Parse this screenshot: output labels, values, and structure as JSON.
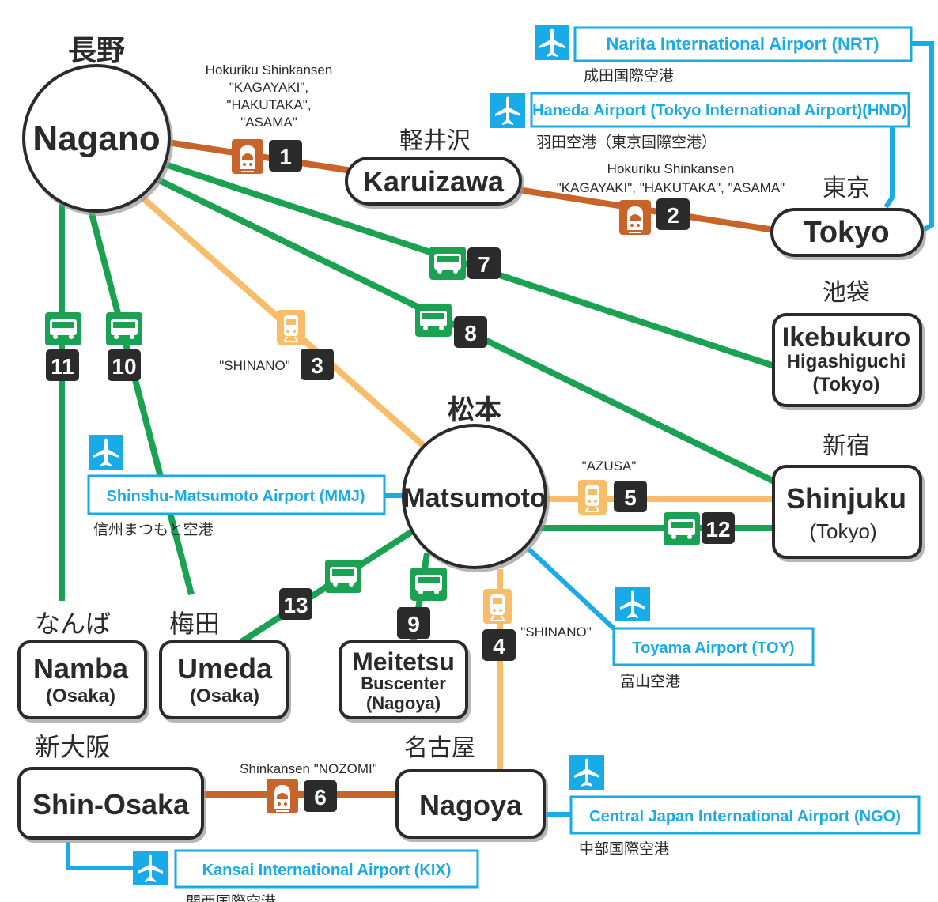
{
  "colors": {
    "shinkansen": "#c8632a",
    "limited_express": "#f7bd6b",
    "bus": "#1aa151",
    "airport": "#19aae8",
    "badge": "#2b2b2b",
    "node_border": "#2a2a2a"
  },
  "icons": {
    "shinkansen": "shinkansen-train-icon",
    "train": "train-icon",
    "bus": "bus-icon",
    "plane": "plane-icon"
  },
  "stations": {
    "nagano": {
      "name": "Nagano",
      "jp": "長野"
    },
    "karuizawa": {
      "name": "Karuizawa",
      "jp": "軽井沢"
    },
    "tokyo": {
      "name": "Tokyo",
      "jp": "東京"
    },
    "ikebukuro": {
      "name": "Ikebukuro",
      "sub1": "Higashiguchi",
      "sub2": "(Tokyo)",
      "jp": "池袋"
    },
    "matsumoto": {
      "name": "Matsumoto",
      "jp": "松本"
    },
    "shinjuku": {
      "name": "Shinjuku",
      "sub1": "(Tokyo)",
      "jp": "新宿"
    },
    "namba": {
      "name": "Namba",
      "sub1": "(Osaka)",
      "jp": "なんば"
    },
    "umeda": {
      "name": "Umeda",
      "sub1": "(Osaka)",
      "jp": "梅田"
    },
    "meitetsu": {
      "name": "Meitetsu",
      "sub1": "Buscenter",
      "sub2": "(Nagoya)"
    },
    "shin_osaka": {
      "name": "Shin-Osaka",
      "jp": "新大阪"
    },
    "nagoya": {
      "name": "Nagoya",
      "jp": "名古屋"
    }
  },
  "airports": {
    "narita": {
      "name": "Narita International Airport (NRT)",
      "jp": "成田国際空港"
    },
    "haneda": {
      "name": "Haneda Airport (Tokyo International Airport)(HND)",
      "jp": "羽田空港（東京国際空港）"
    },
    "mmj": {
      "name": "Shinshu-Matsumoto Airport (MMJ)",
      "jp": "信州まつもと空港"
    },
    "toyama": {
      "name": "Toyama Airport (TOY)",
      "jp": "富山空港"
    },
    "ngo": {
      "name": "Central Japan International Airport (NGO)",
      "jp": "中部国際空港"
    },
    "kix": {
      "name": "Kansai International Airport (KIX)",
      "jp": "関西国際空港"
    }
  },
  "routes": {
    "r1": {
      "num": "1",
      "label1": "Hokuriku Shinkansen",
      "label2": "\"KAGAYAKI\",",
      "label3": "\"HAKUTAKA\",",
      "label4": "\"ASAMA\""
    },
    "r2": {
      "num": "2",
      "label1": "Hokuriku Shinkansen",
      "label2": "\"KAGAYAKI\", \"HAKUTAKA\", \"ASAMA\""
    },
    "r3": {
      "num": "3",
      "label1": "\"SHINANO\""
    },
    "r4": {
      "num": "4",
      "label1": "\"SHINANO\""
    },
    "r5": {
      "num": "5",
      "label1": "\"AZUSA\""
    },
    "r6": {
      "num": "6",
      "label1": "Shinkansen \"NOZOMI\""
    },
    "r7": {
      "num": "7"
    },
    "r8": {
      "num": "8"
    },
    "r9": {
      "num": "9"
    },
    "r10": {
      "num": "10"
    },
    "r11": {
      "num": "11"
    },
    "r12": {
      "num": "12"
    },
    "r13": {
      "num": "13"
    }
  }
}
